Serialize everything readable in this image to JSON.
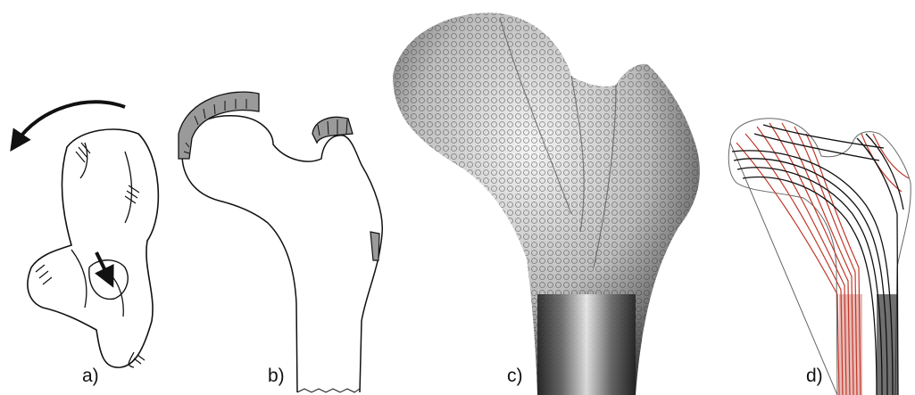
{
  "panels": [
    {
      "id": "a",
      "label": "a)"
    },
    {
      "id": "b",
      "label": "b)"
    },
    {
      "id": "c",
      "label": "c)"
    },
    {
      "id": "d",
      "label": "d)"
    }
  ],
  "colors": {
    "ink": "#111111",
    "pressure_fill": "#9a9a9a",
    "bone_light": "#e6e6e6",
    "bone_dark": "#2a2a2a",
    "trajectory_red": "#c0392b",
    "trajectory_black": "#111111"
  },
  "icons": [
    "rotation-arrow-icon",
    "force-arrow-icon"
  ]
}
